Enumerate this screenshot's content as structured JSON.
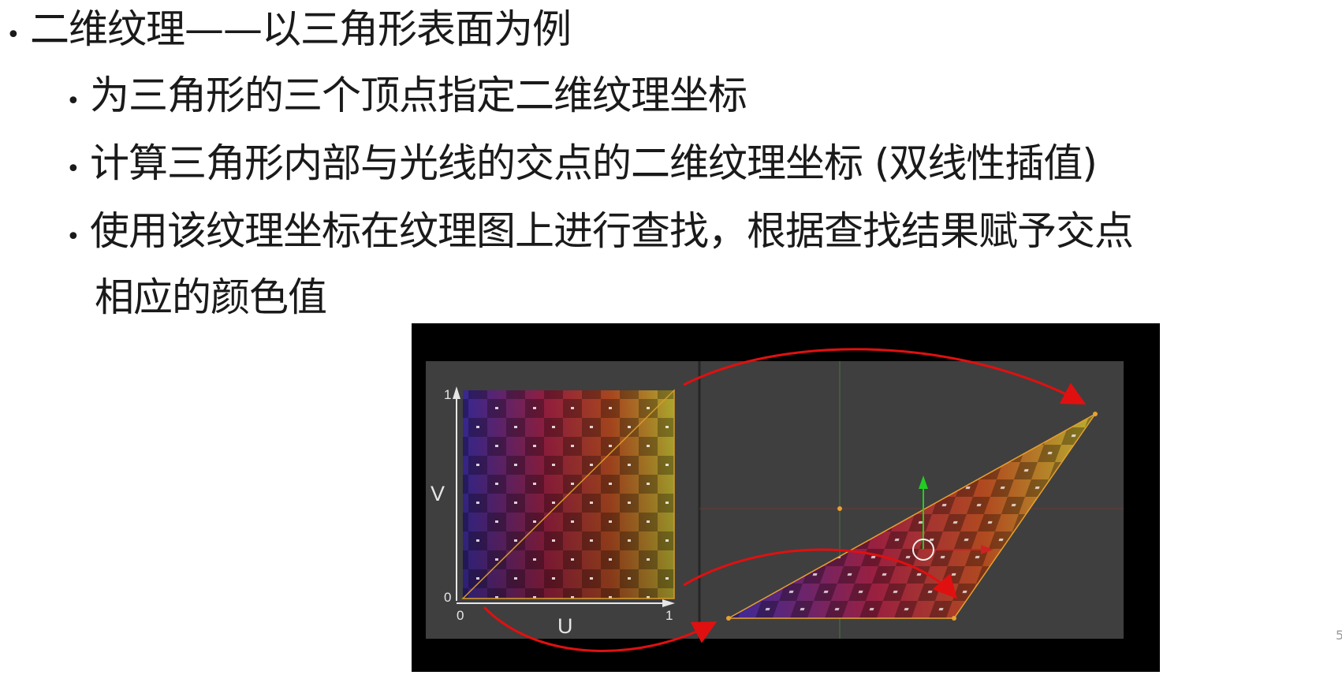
{
  "bullets": [
    {
      "text": "二维纹理——以三角形表面为例"
    },
    {
      "text": "为三角形的三个顶点指定二维纹理坐标"
    },
    {
      "text": "计算三角形内部与光线的交点的二维纹理坐标 (双线性插值)"
    },
    {
      "text": "使用该纹理坐标在纹理图上进行查找，根据查找结果赋予交点",
      "continuation": "相应的颜色值"
    }
  ],
  "bullet_glyph": "•",
  "figure": {
    "v_label": "V",
    "u_label": "U",
    "v_tick_top": "1",
    "v_tick_bottom": "0",
    "u_tick_left": "0",
    "u_tick_right": "1",
    "colors": {
      "frame": "#000000",
      "panel": "#3f3f3f",
      "arrow": "#e01010",
      "edge": "#d99a2a",
      "gizmo_y": "#22cc22",
      "gizmo_x": "#cc2222"
    }
  },
  "page_number": "5"
}
